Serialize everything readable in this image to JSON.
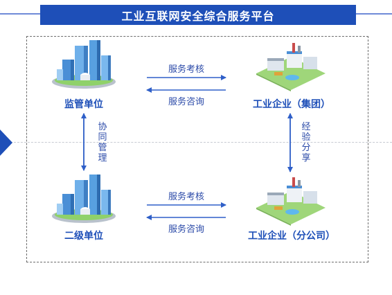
{
  "title": "工业互联网安全综合服务平台",
  "nodes": {
    "regulator": "监管单位",
    "secondary": "二级单位",
    "group": "工业企业（集团）",
    "branch": "工业企业（分公司）"
  },
  "edges": {
    "top_assess": "服务考核",
    "top_consult": "服务咨询",
    "bottom_assess": "服务考核",
    "bottom_consult": "服务咨询",
    "left_vertical": "协同管理",
    "right_vertical": "经验分享"
  },
  "colors": {
    "primary": "#1e4fb8",
    "arrow": "#2f5fc8"
  }
}
